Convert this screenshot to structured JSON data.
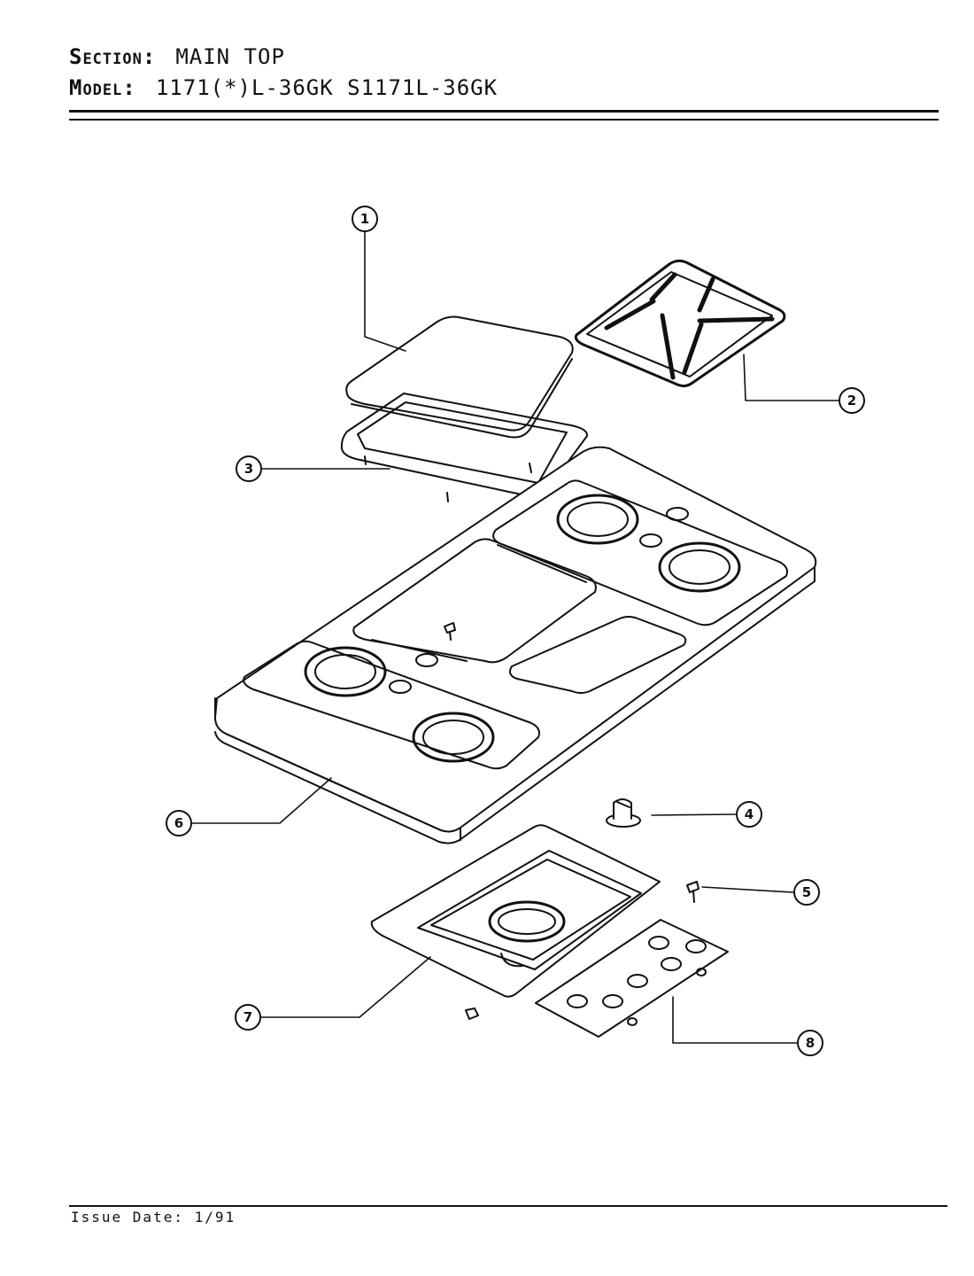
{
  "header": {
    "section_label": "Section:",
    "section_value": "MAIN TOP",
    "model_label": "Model:",
    "model_value": "1171(*)L-36GK   S1171L-36GK"
  },
  "footer": {
    "issue_date": "Issue Date: 1/91"
  },
  "callouts": [
    "1",
    "2",
    "3",
    "4",
    "5",
    "6",
    "7",
    "8"
  ]
}
